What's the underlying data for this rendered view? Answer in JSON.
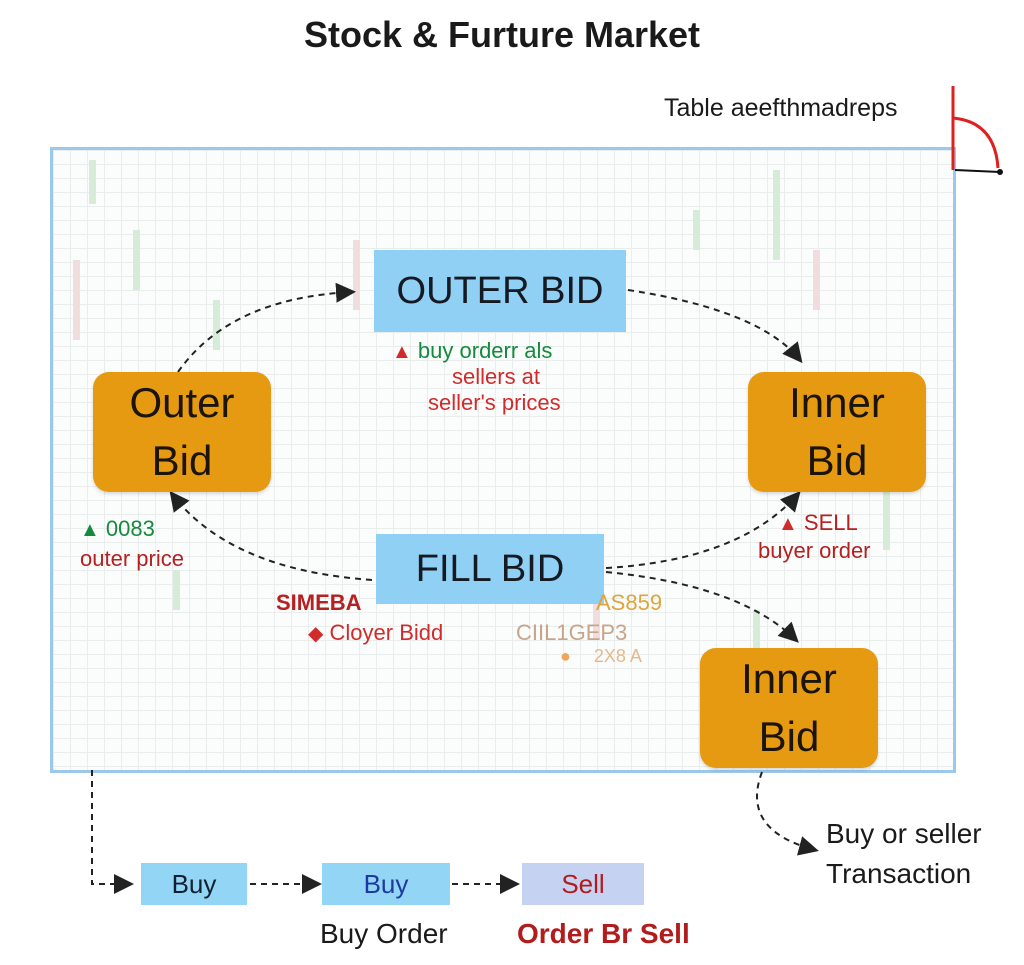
{
  "title": "Stock & Furture Market",
  "table_label": "Table aeefthmadreps",
  "nodes": {
    "outer_bid_top": "OUTER BID",
    "outer_bid_left_line1": "Outer",
    "outer_bid_left_line2": "Bid",
    "inner_bid_right_line1": "Inner",
    "inner_bid_right_line2": "Bid",
    "fill_bid": "FILL BID",
    "inner_bid_lower_line1": "Inner",
    "inner_bid_lower_line2": "Bid"
  },
  "annotations": {
    "top_line1": "buy orderr als",
    "top_line2": "sellers at",
    "top_line3": "seller's prices",
    "left_line1": "0083",
    "left_line2": "outer price",
    "right_line1": "SELL",
    "right_line2": "buyer order",
    "mid_left_line1": "SIMEBA",
    "mid_left_line2": "Cloyer Bidd",
    "mid_right_line1": "AS859",
    "mid_right_line2": "CIIL1GEP3",
    "mid_right_line3": "2X8 A",
    "side_line1": "Buy or seller",
    "side_line2": "Transaction"
  },
  "bottom_flow": {
    "box1": "Buy",
    "box2": "Buy",
    "box3": "Sell",
    "caption1": "Buy Order",
    "caption2": "Order Br Sell"
  },
  "colors": {
    "blue_box": "#8fd0f4",
    "orange_box": "#e59a12",
    "green_text": "#168a3c",
    "red_text": "#d22b2b",
    "panel_border": "#9cc8ec"
  }
}
